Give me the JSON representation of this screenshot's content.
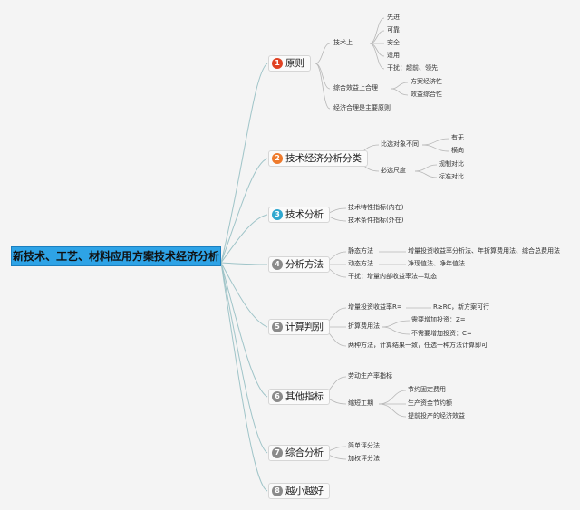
{
  "root": "新技术、工艺、材料应用方案技术经济分析",
  "branches": [
    {
      "num": "1",
      "color": "#e04122",
      "label": "原则"
    },
    {
      "num": "2",
      "color": "#ee7a2c",
      "label": "技术经济分析分类"
    },
    {
      "num": "3",
      "color": "#2fa7cf",
      "label": "技术分析"
    },
    {
      "num": "4",
      "color": "#8a8a8a",
      "label": "分析方法"
    },
    {
      "num": "5",
      "color": "#8a8a8a",
      "label": "计算判别"
    },
    {
      "num": "6",
      "color": "#8a8a8a",
      "label": "其他指标"
    },
    {
      "num": "7",
      "color": "#8a8a8a",
      "label": "综合分析"
    },
    {
      "num": "8",
      "color": "#8a8a8a",
      "label": "越小越好"
    }
  ],
  "nodes": {
    "b1": {
      "tech": "技术上",
      "tech_items": [
        "先进",
        "可靠",
        "安全",
        "适用",
        "干扰：超前、领先"
      ],
      "econ": "综合效益上合理",
      "econ_items": [
        "方案经济性",
        "效益综合性"
      ],
      "main": "经济合理是主要原则"
    },
    "b2": {
      "compare": "比选对象不同",
      "compare_items": [
        "有无",
        "横向"
      ],
      "scale": "必选尺度",
      "scale_items": [
        "规制对比",
        "标准对比"
      ]
    },
    "b3": {
      "items": [
        "技术特性指标(内在)",
        "技术条件指标(外在)"
      ]
    },
    "b4": {
      "static": "静态方法",
      "static_detail": "增量投资收益率分析法、年折算费用法、综合总费用法",
      "dynamic": "动态方法",
      "dynamic_detail": "净现值法、净年值法",
      "interfere": "干扰：增量内部收益率法—动态"
    },
    "b5": {
      "ratio": "增量投资收益率R=",
      "ratio_detail": "R≥RC，新方案可行",
      "cost": "折算费用法",
      "cost_items": [
        "需要增加投资：Z=",
        "不需要增加投资：C="
      ],
      "both": "两种方法，计算结果一致，任选一种方法计算即可"
    },
    "b6": {
      "labor": "劳动生产率指标",
      "shorten": "缩短工期",
      "shorten_items": [
        "节约固定费用",
        "生产资金节约额",
        "提前投产的经济效益"
      ]
    },
    "b7": {
      "items": [
        "简单评分法",
        "加权评分法"
      ]
    }
  }
}
